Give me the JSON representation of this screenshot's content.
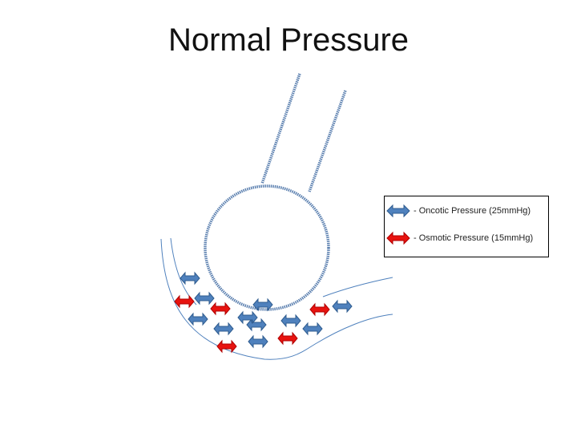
{
  "title": "Normal Pressure",
  "legend": {
    "items": [
      {
        "label": "- Oncotic Pressure (25mmHg)",
        "color": "#4F81BD"
      },
      {
        "label": "- Osmotic Pressure (15mmHg)",
        "color": "#E8130F"
      }
    ]
  },
  "colors": {
    "capillary_wall": "#5A7FAF",
    "tissue_boundary": "#4F81BD",
    "oncotic_arrow": "#4F81BD",
    "osmotic_arrow": "#E8130F"
  },
  "arrows": [
    {
      "type": "oncotic"
    },
    {
      "type": "osmotic"
    },
    {
      "type": "oncotic"
    },
    {
      "type": "oncotic"
    },
    {
      "type": "osmotic"
    },
    {
      "type": "oncotic"
    },
    {
      "type": "oncotic"
    },
    {
      "type": "oncotic"
    },
    {
      "type": "oncotic"
    },
    {
      "type": "oncotic"
    },
    {
      "type": "osmotic"
    },
    {
      "type": "oncotic"
    },
    {
      "type": "osmotic"
    },
    {
      "type": "oncotic"
    },
    {
      "type": "osmotic"
    },
    {
      "type": "oncotic"
    }
  ]
}
